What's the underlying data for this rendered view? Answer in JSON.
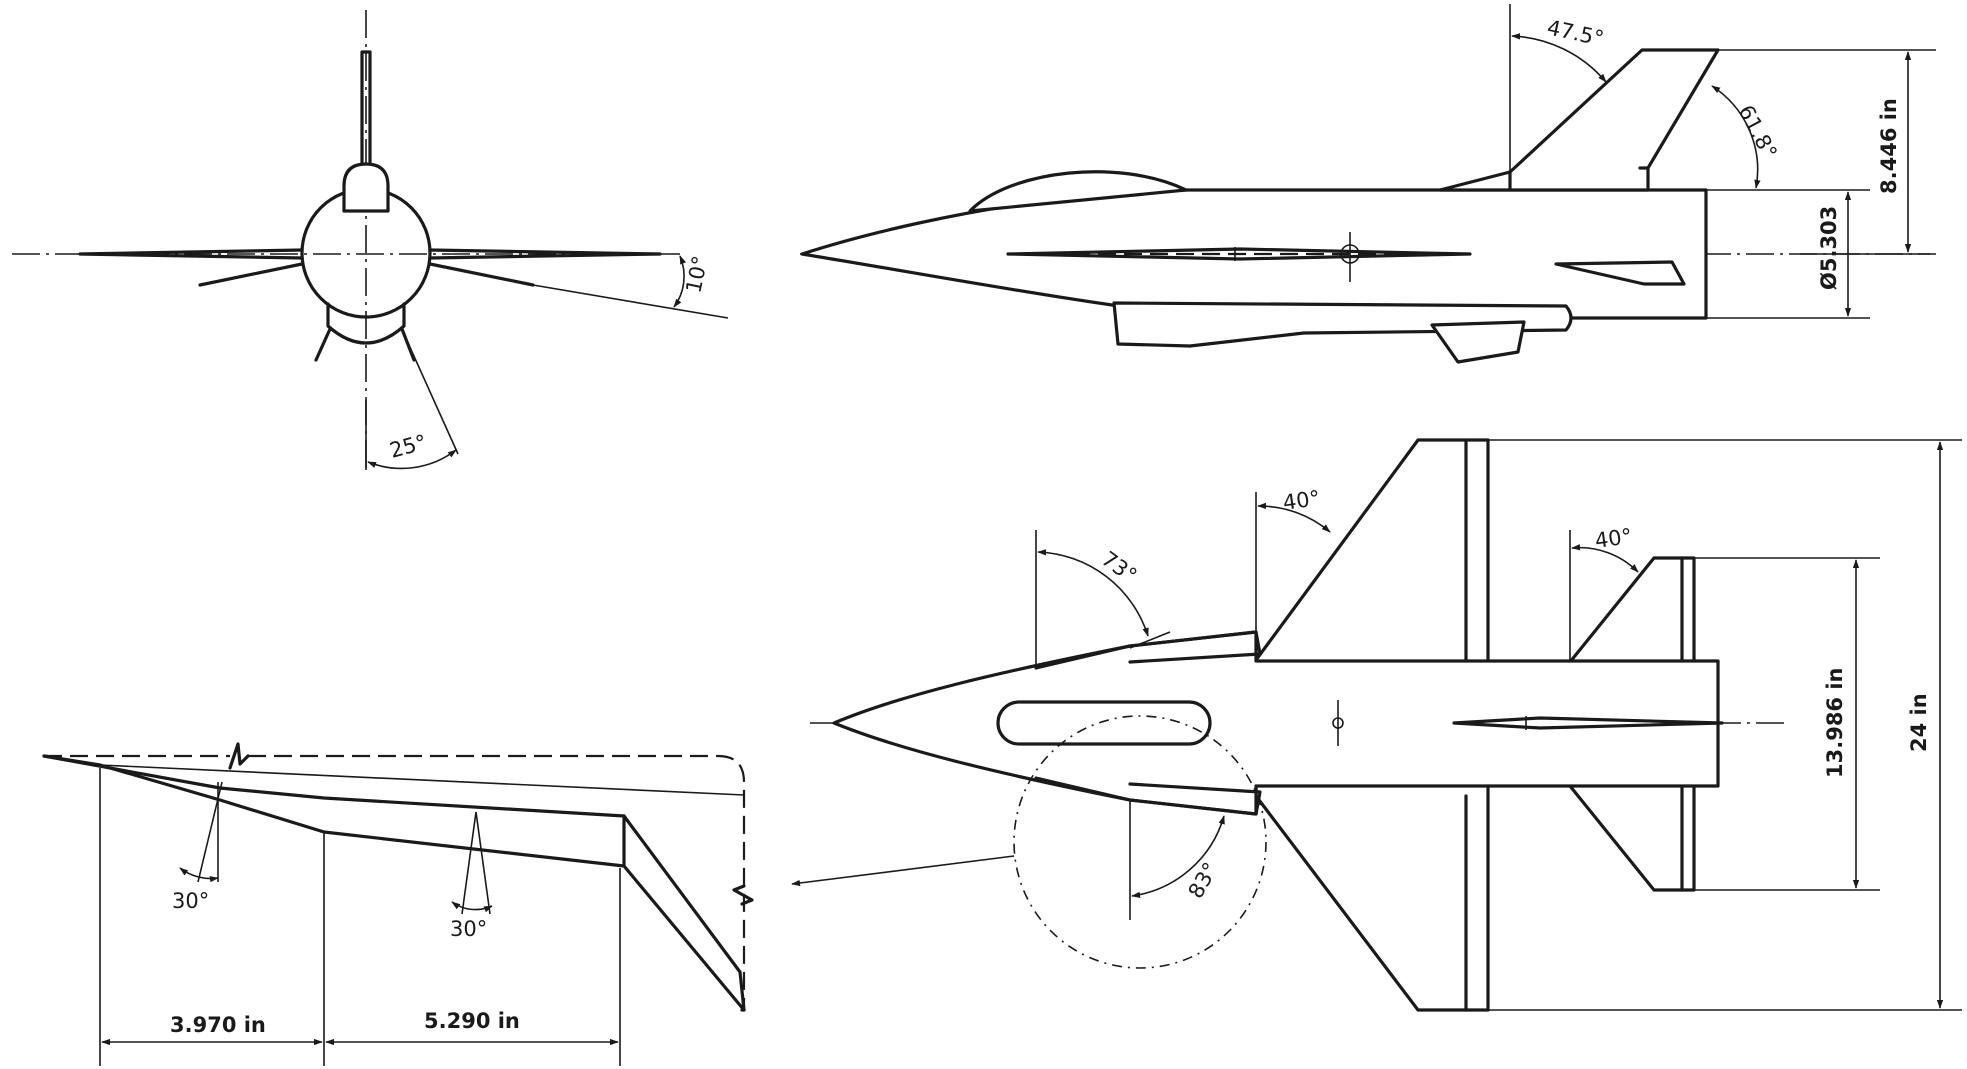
{
  "dimensions": {
    "fin_sweep": "47.5°",
    "fin_trailing": "61.8°",
    "fin_height": "8.446 in",
    "body_diameter": "Ø5.303",
    "front_wing_dihedral": "10°",
    "front_strake": "25°",
    "wing_sweep": "40°",
    "tail_sweep": "40°",
    "canard_leading": "73°",
    "canard_trailing": "83°",
    "tail_span": "13.986 in",
    "wing_span": "24 in",
    "detail_angle_1": "30°",
    "detail_angle_2": "30°",
    "detail_length_1": "3.970 in",
    "detail_length_2": "5.290 in"
  }
}
